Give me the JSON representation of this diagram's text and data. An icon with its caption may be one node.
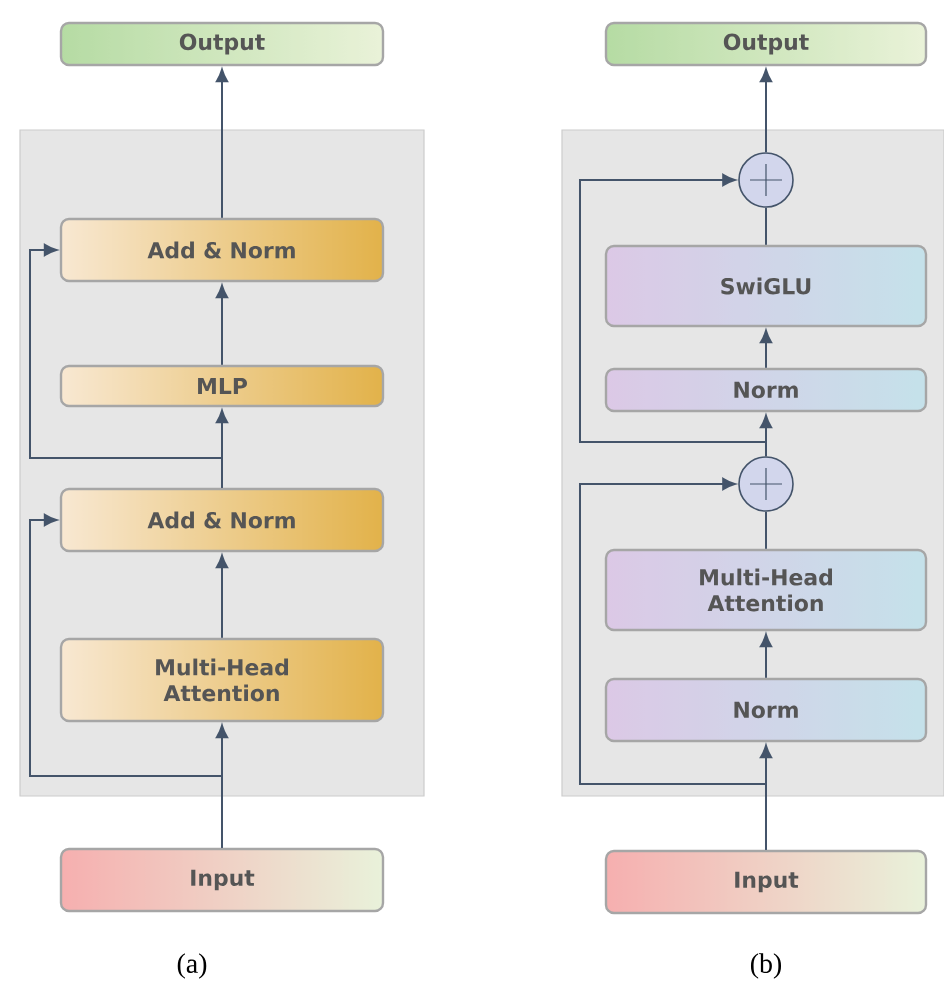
{
  "diagram": {
    "nodes": [
      {
        "text": [
          "Output"
        ]
      },
      {
        "text": [],
        "shape": "box"
      },
      {
        "text": [
          "Add & Norm"
        ],
        "in": 1
      },
      {
        "text": [
          "MLP"
        ],
        "in": 1
      },
      {
        "text": [
          "Add & Norm"
        ],
        "in": 1
      },
      {
        "text": [
          "Multi-Head Attention"
        ],
        "in": 1
      },
      {
        "text": [
          "Input"
        ]
      },
      {
        "text": [
          "Output"
        ]
      },
      {
        "text": [],
        "shape": "box"
      },
      {
        "text": [],
        "shape": "circle",
        "in": 8
      },
      {
        "text": [
          "SwiGLU"
        ],
        "in": 8
      },
      {
        "text": [
          "Norm"
        ],
        "in": 8
      },
      {
        "text": [],
        "shape": "circle",
        "in": 8
      },
      {
        "text": [
          "Multi-Head Attention"
        ],
        "in": 8
      },
      {
        "text": [
          "Norm"
        ],
        "in": 8
      },
      {
        "text": [
          "Input"
        ]
      }
    ],
    "edges": [
      {
        "from": 6,
        "to": 5,
        "arrow": "to"
      },
      {
        "from": 6,
        "to": 4,
        "arrow": "to"
      },
      {
        "from": 5,
        "to": 4,
        "arrow": "to"
      },
      {
        "from": 4,
        "to": 3,
        "arrow": "to"
      },
      {
        "from": 4,
        "to": 2,
        "arrow": "to"
      },
      {
        "from": 3,
        "to": 2,
        "arrow": "to"
      },
      {
        "from": 2,
        "to": 0,
        "arrow": "to"
      },
      {
        "from": 15,
        "to": 14,
        "arrow": "to"
      },
      {
        "from": 15,
        "to": 12,
        "arrow": "to"
      },
      {
        "from": 14,
        "to": 13,
        "arrow": "to"
      },
      {
        "from": 13,
        "to": 12,
        "arrow": "none"
      },
      {
        "from": 12,
        "to": 11,
        "arrow": "to"
      },
      {
        "from": 12,
        "to": 9,
        "arrow": "to"
      },
      {
        "from": 11,
        "to": 10,
        "arrow": "to"
      },
      {
        "from": 10,
        "to": 9,
        "arrow": "none"
      },
      {
        "from": 9,
        "to": 7,
        "arrow": "to"
      }
    ],
    "labels": [
      "(a)",
      "(b)"
    ]
  }
}
